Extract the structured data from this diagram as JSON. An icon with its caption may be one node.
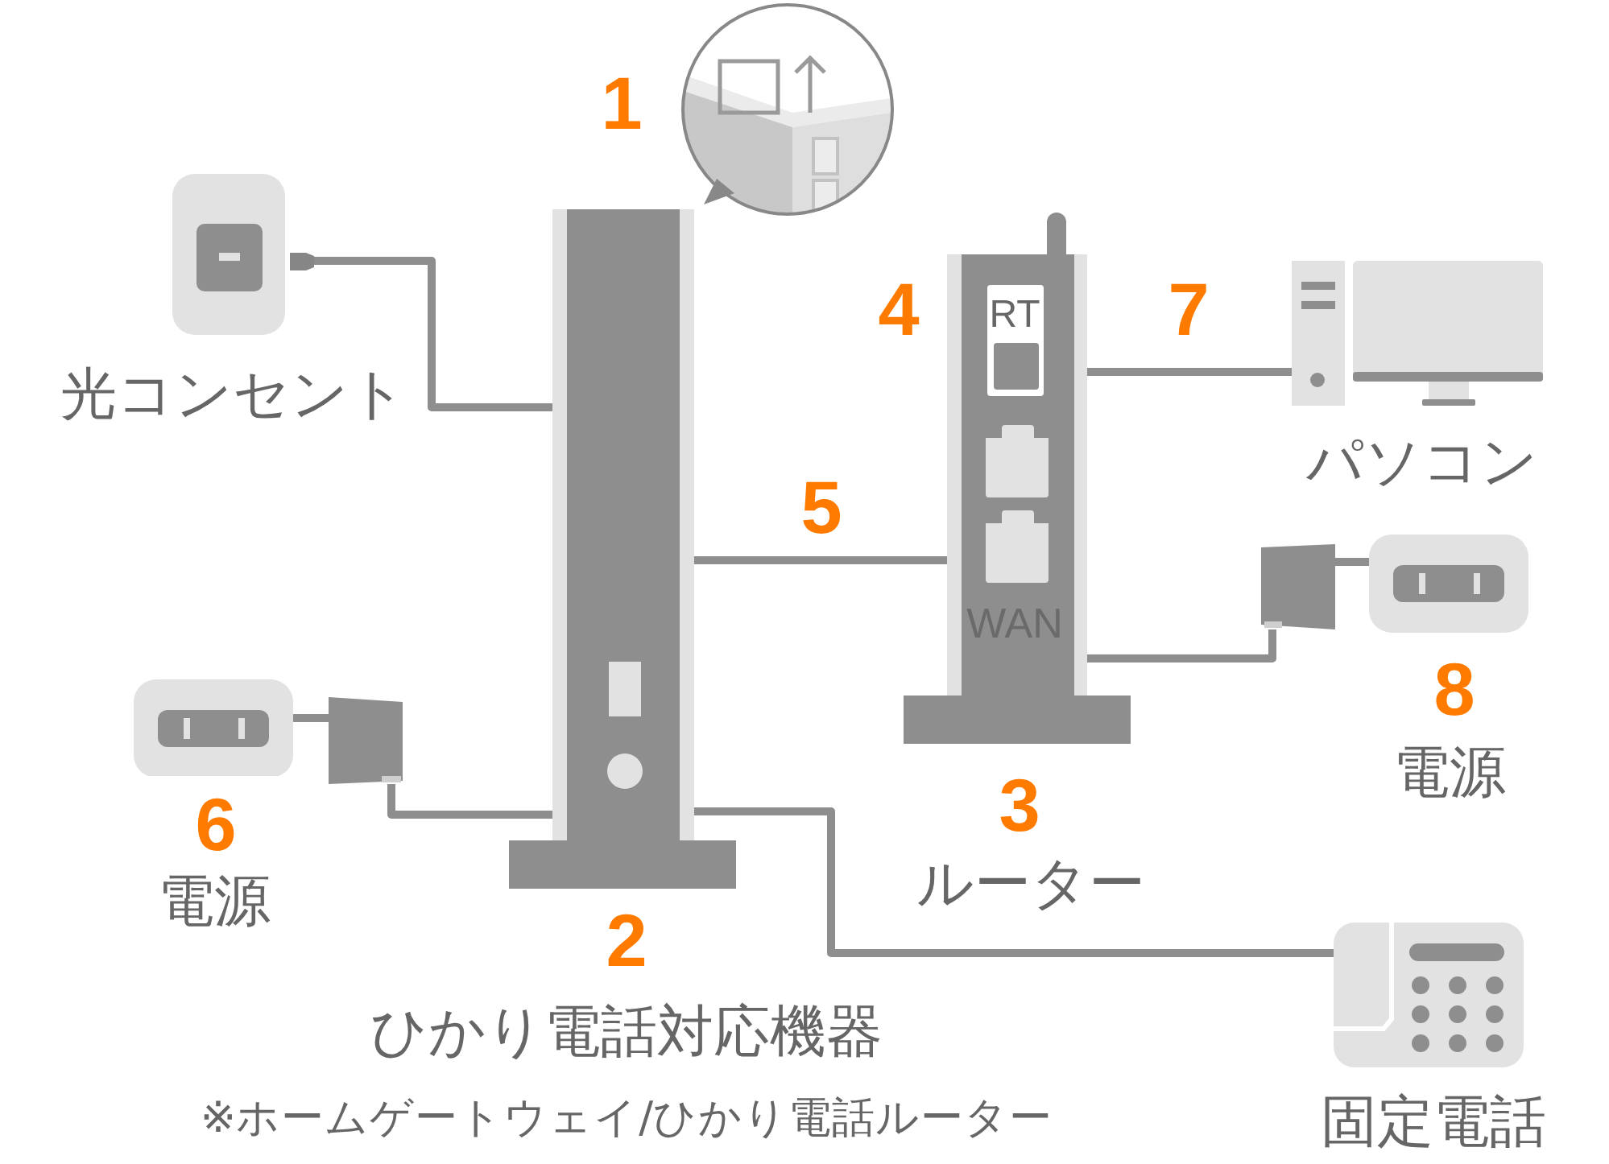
{
  "diagram": {
    "nodes": [
      {
        "text": [
          "光コンセント"
        ]
      },
      {
        "text": [
          "2",
          "ひかり電話対応機器"
        ]
      },
      {
        "text": [
          "RT",
          "WAN",
          "3",
          "ルーター"
        ]
      },
      {
        "text": [
          "パソコン"
        ]
      },
      {
        "text": [],
        "shape": "picture"
      },
      {
        "text": [
          "8",
          "電源"
        ]
      },
      {
        "text": [
          "6",
          "電源"
        ]
      },
      {
        "text": [],
        "shape": "picture"
      },
      {
        "text": [
          "固定電話"
        ]
      }
    ],
    "edges": [
      {
        "from": 0,
        "to": 1,
        "arrow": "none"
      },
      {
        "from": 1,
        "to": 2,
        "arrow": "none",
        "label": "5"
      },
      {
        "from": 2,
        "to": 3,
        "arrow": "none",
        "label": "7"
      },
      {
        "from": 2,
        "to": 4,
        "arrow": "none"
      },
      {
        "from": 5,
        "to": 4,
        "arrow": "none"
      },
      {
        "from": 6,
        "to": 7,
        "arrow": "none"
      },
      {
        "from": 7,
        "to": 1,
        "arrow": "none"
      },
      {
        "from": 1,
        "to": 8,
        "arrow": "none"
      }
    ],
    "labels": [
      "1",
      "4",
      "※ホームゲートウェイ/ひかり電話ルーター"
    ]
  }
}
